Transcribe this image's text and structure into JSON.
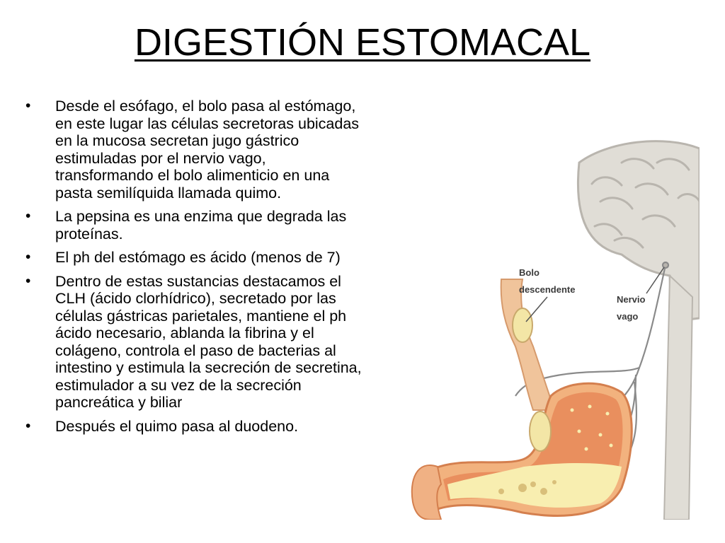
{
  "slide": {
    "title": "DIGESTIÓN ESTOMACAL",
    "bullets": [
      "Desde el esófago, el bolo pasa al estómago, en este lugar las células secretoras ubicadas en la mucosa secretan jugo gástrico estimuladas por el nervio vago, transformando el bolo alimenticio en una pasta semilíquida llamada quimo.",
      "La pepsina es una enzima que degrada las proteínas.",
      "El ph del estómago es ácido (menos de 7)",
      "Dentro de estas sustancias destacamos el CLH (ácido clorhídrico), secretado por las células gástricas parietales, mantiene el ph ácido necesario, ablanda la fibrina y el colágeno, controla el paso de bacterias al intestino y estimula la secreción de secretina, estimulador a su vez de la secreción pancreática y biliar",
      "Después el quimo pasa al duodeno."
    ],
    "bullet_marker": "•"
  },
  "figure": {
    "label_bolo_line1": "Bolo",
    "label_bolo_line2": "descendente",
    "label_nervio_line1": "Nervio",
    "label_nervio_line2": "vago"
  },
  "colors": {
    "brain": "#e0ddd6",
    "brain_outline": "#b9b5ae",
    "nerve": "#8a8a8a",
    "esophagus": "#f0c49b",
    "stomach_wall": "#f2b27e",
    "stomach_inner": "#e98f5e",
    "gastric_juice": "#f8eeb0",
    "bolus": "#f3e6a6",
    "intestine": "#f0b184"
  }
}
